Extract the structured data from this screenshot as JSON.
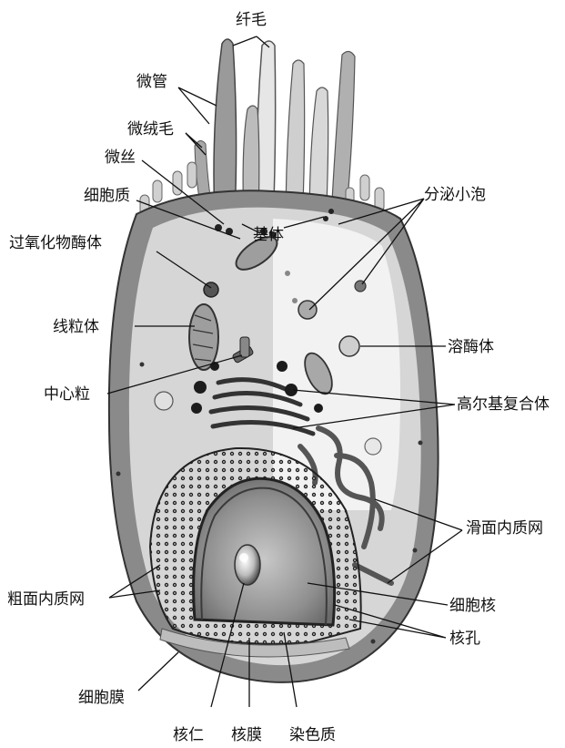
{
  "labels": {
    "cilia": "纤毛",
    "microtubule": "微管",
    "microvilli": "微绒毛",
    "microfilament": "微丝",
    "cytoplasm": "细胞质",
    "basal_body": "基体",
    "peroxisome": "过氧化物酶体",
    "secretory_vesicle": "分泌小泡",
    "mitochondrion": "线粒体",
    "lysosome": "溶酶体",
    "centriole": "中心粒",
    "golgi": "高尔基复合体",
    "smooth_er": "滑面内质网",
    "rough_er": "粗面内质网",
    "nucleus": "细胞核",
    "nuclear_pore": "核孔",
    "cell_membrane": "细胞膜",
    "nucleolus": "核仁",
    "nuclear_envelope": "核膜",
    "chromatin": "染色质"
  },
  "colors": {
    "membrane": "#8a8a8a",
    "cytoplasm": "#d6d6d6",
    "cytosol_light": "#f2f2f2",
    "nucleus": "#9a9a9a",
    "dark": "#2a2a2a"
  }
}
